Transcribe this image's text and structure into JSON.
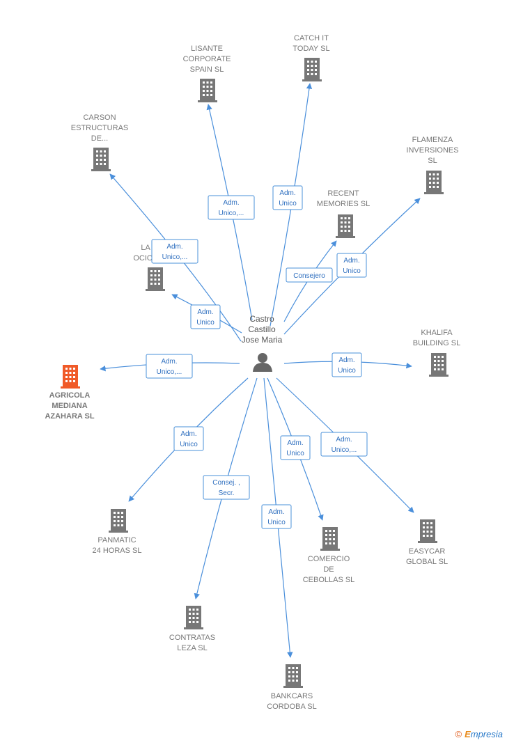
{
  "center": {
    "name_lines": [
      "Castro",
      "Castillo",
      "Jose Maria"
    ],
    "icon": "person-icon"
  },
  "colors": {
    "edge": "#4a8fdb",
    "role_text": "#2f6fbf",
    "building": "#777777",
    "building_highlight": "#f05a28",
    "label": "#777777"
  },
  "companies": [
    {
      "id": "lisante",
      "lines": [
        "LISANTE",
        "CORPORATE",
        "SPAIN  SL"
      ],
      "role_lines": [
        "Adm.",
        "Unico,..."
      ],
      "highlight": false
    },
    {
      "id": "catch-it",
      "lines": [
        "CATCH IT",
        "TODAY  SL"
      ],
      "role_lines": [
        "Adm.",
        "Unico"
      ],
      "highlight": false
    },
    {
      "id": "carson",
      "lines": [
        "CARSON",
        "ESTRUCTURAS",
        "DE..."
      ],
      "role_lines": [
        "Adm.",
        "Unico,..."
      ],
      "highlight": false
    },
    {
      "id": "flamenza",
      "lines": [
        "FLAMENZA",
        "INVERSIONES",
        "SL"
      ],
      "role_lines": [
        "Adm.",
        "Unico"
      ],
      "highlight": false
    },
    {
      "id": "recent-memories",
      "lines": [
        "RECENT",
        "MEMORIES  SL"
      ],
      "role_lines": [
        "Consejero"
      ],
      "highlight": false
    },
    {
      "id": "la-p-ocio",
      "lines": [
        "LA P",
        "OCIO CL"
      ],
      "role_lines": [
        "Adm.",
        "Unico"
      ],
      "highlight": false
    },
    {
      "id": "khalifa",
      "lines": [
        "KHALIFA",
        "BUILDING  SL"
      ],
      "role_lines": [
        "Adm.",
        "Unico"
      ],
      "highlight": false
    },
    {
      "id": "agricola",
      "lines": [
        "AGRICOLA",
        "MEDIANA",
        "AZAHARA  SL"
      ],
      "role_lines": [
        "Adm.",
        "Unico,..."
      ],
      "highlight": true
    },
    {
      "id": "panmatic",
      "lines": [
        "PANMATIC",
        "24 HORAS  SL"
      ],
      "role_lines": [
        "Adm.",
        "Unico"
      ],
      "highlight": false
    },
    {
      "id": "contratas-leza",
      "lines": [
        "CONTRATAS",
        "LEZA SL"
      ],
      "role_lines": [
        "Consej. ,",
        "Secr."
      ],
      "highlight": false
    },
    {
      "id": "bankcars",
      "lines": [
        "BANKCARS",
        "CORDOBA SL"
      ],
      "role_lines": [
        "Adm.",
        "Unico"
      ],
      "highlight": false
    },
    {
      "id": "comercio-cebollas",
      "lines": [
        "COMERCIO",
        "DE",
        "CEBOLLAS  SL"
      ],
      "role_lines": [
        "Adm.",
        "Unico"
      ],
      "highlight": false
    },
    {
      "id": "easycar",
      "lines": [
        "EASYCAR",
        "GLOBAL  SL"
      ],
      "role_lines": [
        "Adm.",
        "Unico,..."
      ],
      "highlight": false
    }
  ],
  "footer": {
    "copyright": "©",
    "brand_first": "E",
    "brand_rest": "mpresia"
  }
}
